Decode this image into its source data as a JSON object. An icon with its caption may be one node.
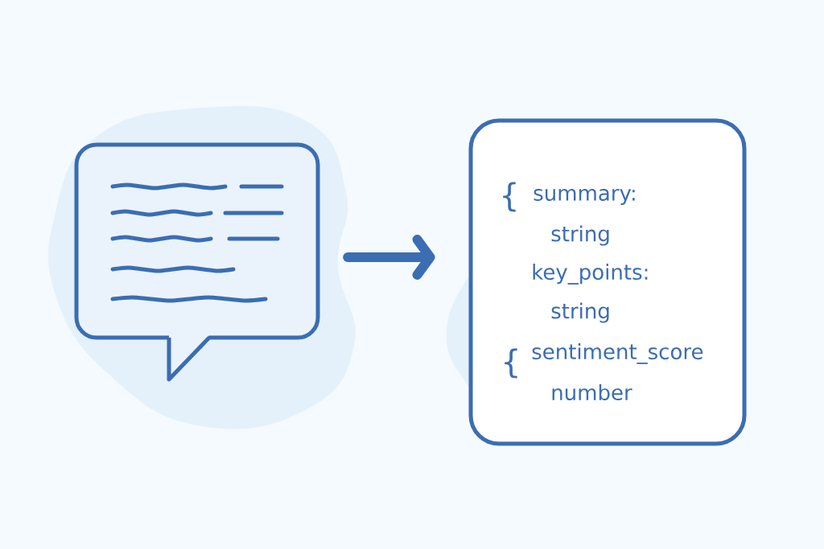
{
  "diagram": {
    "nodes": [
      {
        "text": [],
        "shape": "bubble"
      },
      {
        "text": [
          "{",
          "summary:",
          "string",
          "key_points:",
          "string",
          "{",
          "sentiment_score",
          "number"
        ]
      }
    ],
    "edges": [
      {
        "from": 0,
        "to": 1,
        "arrow": "to"
      }
    ]
  }
}
